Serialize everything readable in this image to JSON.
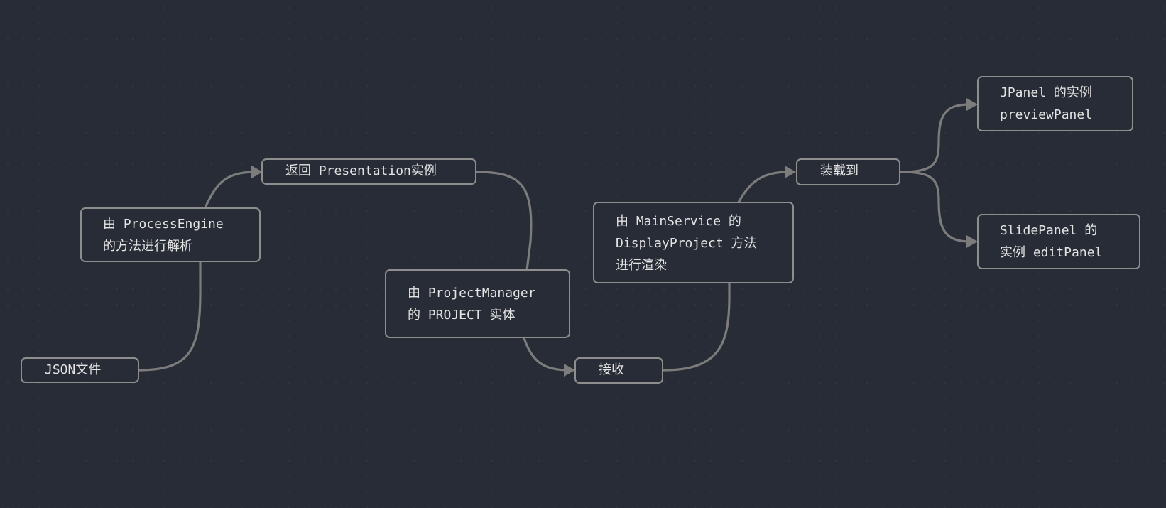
{
  "nodes": {
    "json_file": {
      "lines": [
        "JSON文件"
      ]
    },
    "process_engine": {
      "lines": [
        "由 ProcessEngine",
        "的方法进行解析"
      ]
    },
    "return_presentation": {
      "lines": [
        "返回 Presentation实例"
      ]
    },
    "project_manager": {
      "lines": [
        "由 ProjectManager",
        "的 PROJECT 实体"
      ]
    },
    "receive": {
      "lines": [
        "接收"
      ]
    },
    "main_service": {
      "lines": [
        "由 MainService 的",
        "DisplayProject 方法",
        "进行渲染"
      ]
    },
    "load_into": {
      "lines": [
        "装载到"
      ]
    },
    "jpanel": {
      "lines": [
        "JPanel 的实例",
        "previewPanel"
      ]
    },
    "slide_panel": {
      "lines": [
        "SlidePanel 的",
        "实例 editPanel"
      ]
    }
  },
  "colors": {
    "background": "#282c36",
    "node_border": "#8e8e8e",
    "edge": "#7c7c7c",
    "text": "#e4e4e4"
  }
}
